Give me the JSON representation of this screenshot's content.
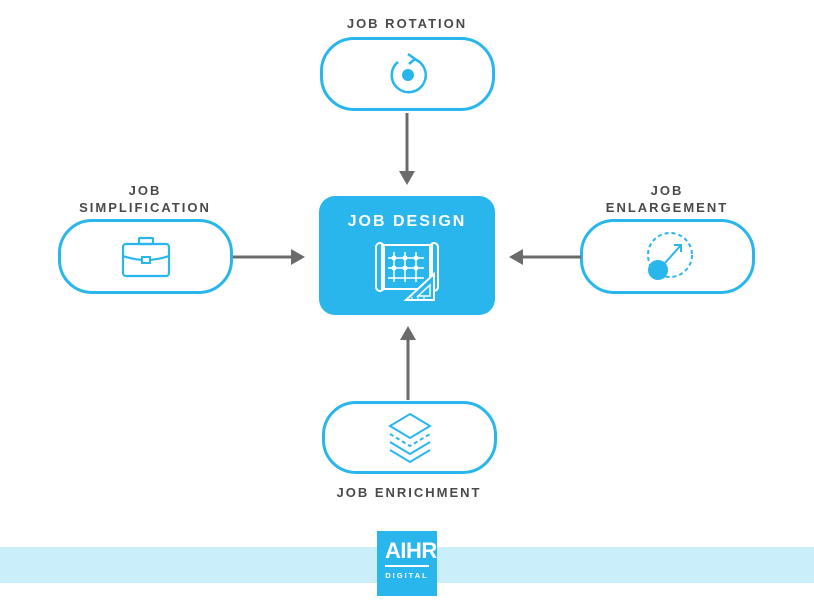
{
  "diagram": {
    "center": {
      "title": "JOB DESIGN",
      "icon": "blueprint-icon"
    },
    "top": {
      "label": "JOB ROTATION",
      "icon": "rotation-icon"
    },
    "left": {
      "label_line1": "JOB",
      "label_line2": "SIMPLIFICATION",
      "icon": "briefcase-icon"
    },
    "right": {
      "label_line1": "JOB",
      "label_line2": "ENLARGEMENT",
      "icon": "enlarge-circle-icon"
    },
    "bottom": {
      "label": "JOB ENRICHMENT",
      "icon": "layers-icon"
    }
  },
  "footer": {
    "logo_main": "AIHR",
    "logo_sub": "DIGITAL"
  },
  "colors": {
    "accent": "#29b6ec",
    "arrow": "#6b6b6b",
    "text": "#4a4a4a",
    "band": "#cbeefb"
  }
}
